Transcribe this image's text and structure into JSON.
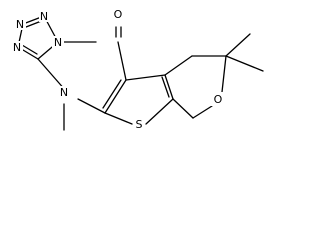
{
  "structure": {
    "atoms": {
      "n_tet_1": "N",
      "n_tet_2": "N",
      "n_tet_3": "N",
      "n_tet_4": "N",
      "n_pyr": "N",
      "o_carbonyl": "O",
      "s_thio": "S",
      "o_pyran": "O"
    },
    "colors": {
      "bond": "#000000",
      "label": "#000000",
      "background": "#ffffff"
    }
  }
}
